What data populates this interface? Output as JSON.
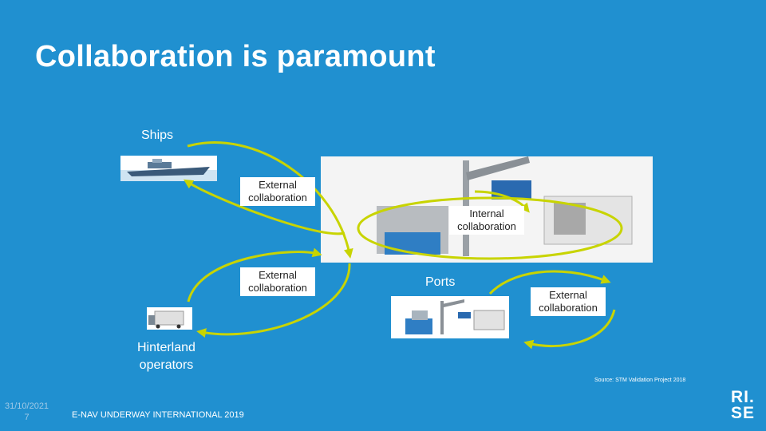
{
  "slide": {
    "title": "Collaboration is paramount",
    "date": "31/10/2021",
    "page": "7",
    "event": "E-NAV UNDERWAY INTERNATIONAL 2019",
    "source": "Source: STM Validation Project 2018",
    "logo_top": "RI.",
    "logo_bottom": "SE"
  },
  "diagram": {
    "nodes": {
      "ships": "Ships",
      "ports": "Ports",
      "hinterland": "Hinterland\noperators"
    },
    "links": {
      "external_top_line1": "External",
      "external_top_line2": "collaboration",
      "external_mid_line1": "External",
      "external_mid_line2": "collaboration",
      "external_right_line1": "External",
      "external_right_line2": "collaboration",
      "internal_line1": "Internal",
      "internal_line2": "collaboration"
    },
    "colors": {
      "background": "#2090d0",
      "arrow": "#c8d400",
      "box": "#ffffff"
    }
  }
}
